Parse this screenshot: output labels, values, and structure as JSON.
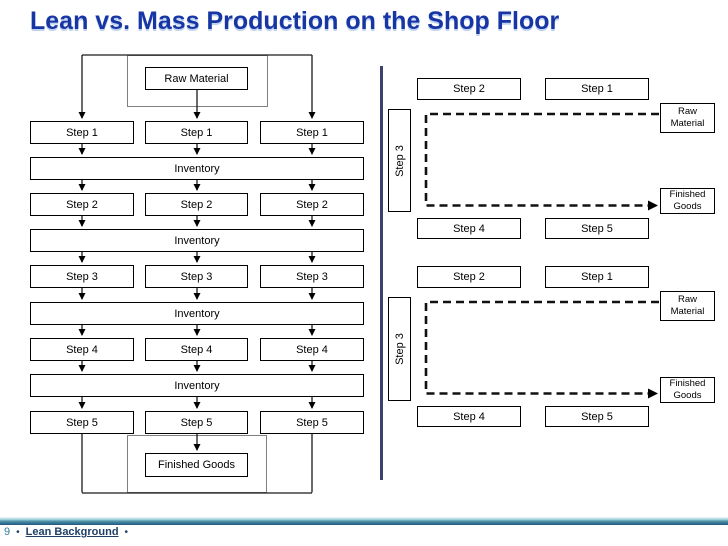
{
  "slide": {
    "title": "Lean vs. Mass Production on the Shop Floor"
  },
  "mass_production": {
    "source_label": "Raw Material",
    "inventory_label": "Inventory",
    "sink_label": "Finished Goods",
    "steps": [
      "Step 1",
      "Step 2",
      "Step 3",
      "Step 4",
      "Step 5"
    ],
    "columns": 3
  },
  "lean_cells": [
    {
      "top_left": "Step 2",
      "top_right": "Step 1",
      "side": "Step 3",
      "source": "Raw Material",
      "sink": "Finished Goods",
      "bottom_left": "Step 4",
      "bottom_right": "Step 5"
    },
    {
      "top_left": "Step 2",
      "top_right": "Step 1",
      "side": "Step 3",
      "source": "Raw Material",
      "sink": "Finished Goods",
      "bottom_left": "Step 4",
      "bottom_right": "Step 5"
    }
  ],
  "footer": {
    "page_number": "9",
    "bullet": "•",
    "link_label": "Lean Background"
  },
  "colors": {
    "title_blue": "#1736A4",
    "divider_navy": "#3D4170",
    "line_black": "#1A1A1A",
    "container_gray": "#808080",
    "footer_bar_teal": "#4A90A7",
    "footer_link_navy": "#1F3F67",
    "page_number_teal": "#2E7EA0"
  }
}
